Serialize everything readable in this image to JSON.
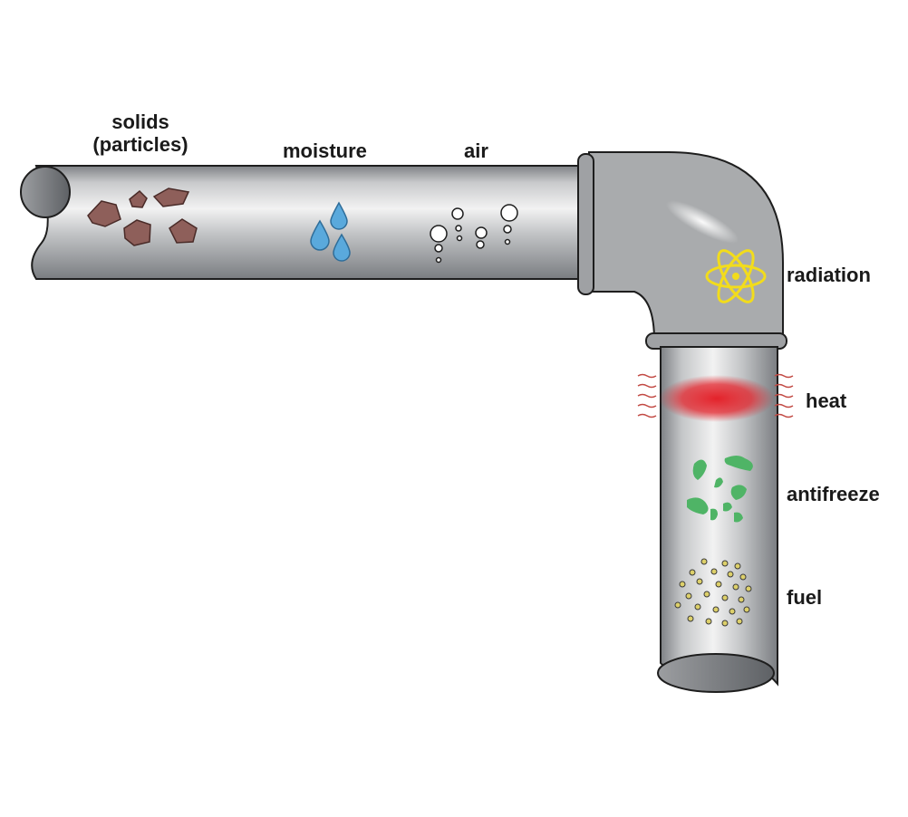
{
  "labels": {
    "solids_line1": "solids",
    "solids_line2": "(particles)",
    "moisture": "moisture",
    "air": "air",
    "radiation": "radiation",
    "heat": "heat",
    "antifreeze": "antifreeze",
    "fuel": "fuel"
  },
  "colors": {
    "pipe_body": "#a9abad",
    "pipe_outline": "#1e1e1e",
    "particles": "#8e5f5a",
    "moisture": "#5aa9dc",
    "radiation": "#f2dc1c",
    "heat": "#e3222a",
    "antifreeze": "#4fb466",
    "fuel": "#ddd06a"
  },
  "icons": [
    "particle-icon",
    "water-drop-icon",
    "bubble-icon",
    "atom-icon",
    "heat-glow-icon",
    "antifreeze-blob-icon",
    "fuel-dot-icon"
  ]
}
